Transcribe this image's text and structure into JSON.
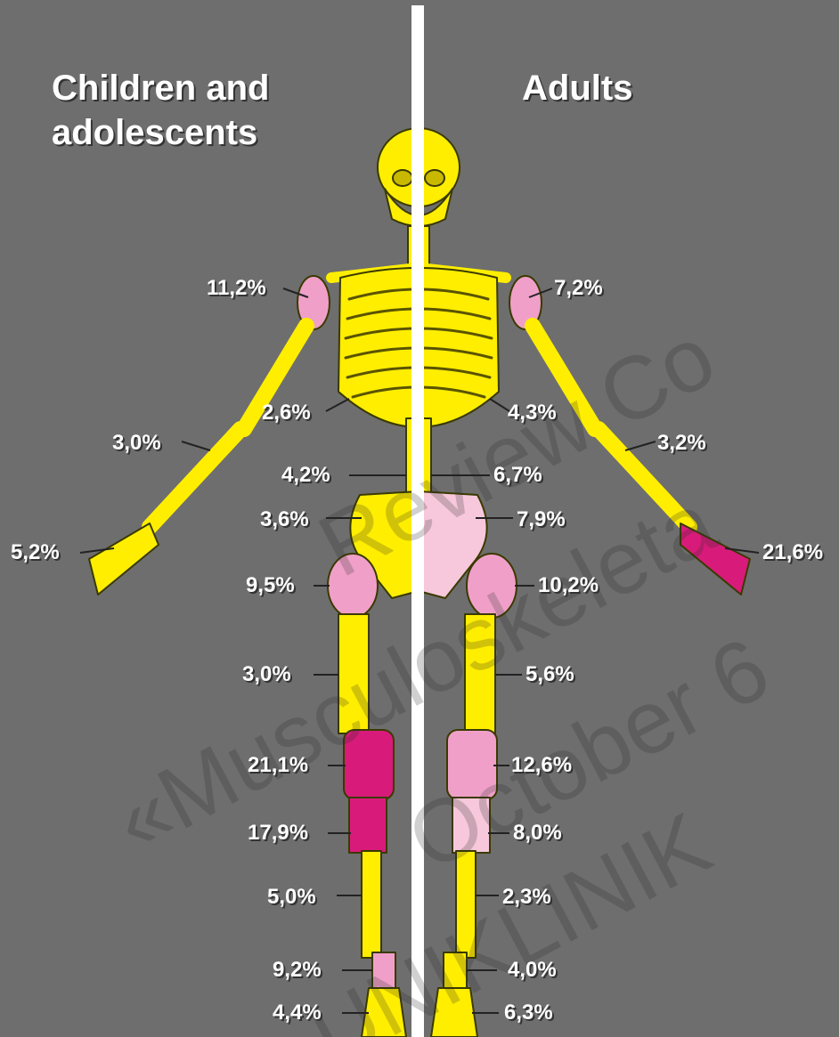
{
  "headings": {
    "children": "Children and adolescents",
    "adults": "Adults"
  },
  "legend_children": [
    {
      "region": "shoulder",
      "value": "11,2%"
    },
    {
      "region": "ribs",
      "value": "2,6%"
    },
    {
      "region": "forearm",
      "value": "3,0%"
    },
    {
      "region": "hand",
      "value": "5,2%"
    },
    {
      "region": "lumbar-spine",
      "value": "4,2%"
    },
    {
      "region": "pelvis",
      "value": "3,6%"
    },
    {
      "region": "hip",
      "value": "9,5%"
    },
    {
      "region": "femur-shaft",
      "value": "3,0%"
    },
    {
      "region": "knee",
      "value": "21,1%"
    },
    {
      "region": "proximal-tibia",
      "value": "17,9%"
    },
    {
      "region": "tibia-shaft",
      "value": "5,0%"
    },
    {
      "region": "ankle",
      "value": "9,2%"
    },
    {
      "region": "foot",
      "value": "4,4%"
    }
  ],
  "legend_adults": [
    {
      "region": "shoulder",
      "value": "7,2%"
    },
    {
      "region": "ribs",
      "value": "4,3%"
    },
    {
      "region": "forearm",
      "value": "3,2%"
    },
    {
      "region": "hand",
      "value": "21,6%"
    },
    {
      "region": "lumbar-spine",
      "value": "6,7%"
    },
    {
      "region": "pelvis",
      "value": "7,9%"
    },
    {
      "region": "hip",
      "value": "10,2%"
    },
    {
      "region": "femur-shaft",
      "value": "5,6%"
    },
    {
      "region": "knee",
      "value": "12,6%"
    },
    {
      "region": "proximal-tibia",
      "value": "8,0%"
    },
    {
      "region": "tibia-shaft",
      "value": "2,3%"
    },
    {
      "region": "ankle",
      "value": "4,0%"
    },
    {
      "region": "foot",
      "value": "6,3%"
    }
  ],
  "watermark": {
    "line1": "Review Co",
    "line2": "«Musculoskeleta",
    "line3": "October 6",
    "line4": "UNIKLINIK"
  },
  "colors": {
    "background": "#6e6e6e",
    "bone": "#ffee00",
    "low": "#f0a0c8",
    "high": "#d81b7a",
    "pale": "#f7c8dc",
    "divider": "#ffffff"
  }
}
